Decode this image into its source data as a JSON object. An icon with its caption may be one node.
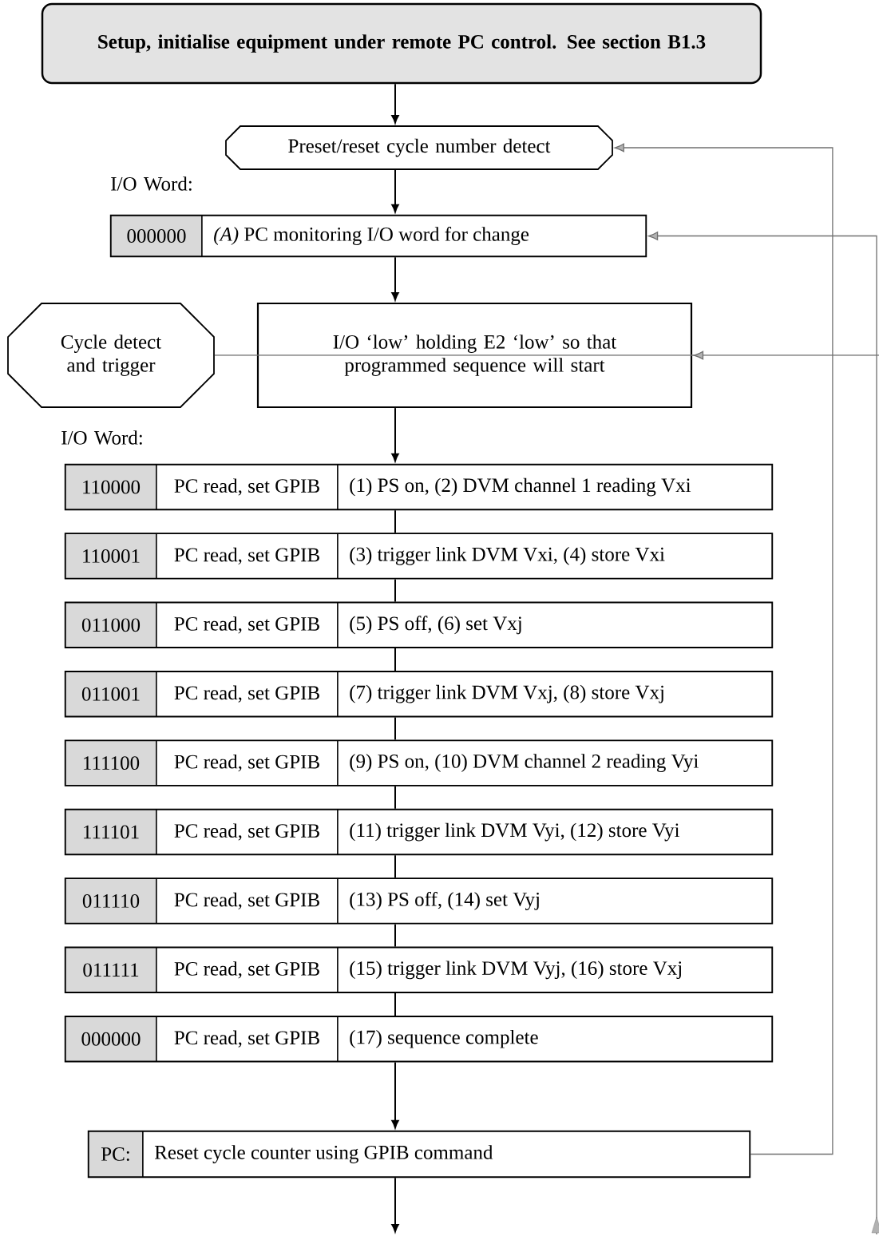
{
  "diagram": {
    "nodes": [
      {
        "text": [
          "Setup, initialise equipment under remote PC control. See section B1.3"
        ]
      },
      {
        "text": [
          "Preset/reset cycle number detect"
        ]
      },
      {
        "text": [
          "000000",
          "*(A)* PC monitoring I/O word for change"
        ],
        "beside": [
          "I/O Word:"
        ]
      },
      {
        "text": [
          "Cycle detect and trigger"
        ]
      },
      {
        "text": [
          "I/O ‘low’ holding E2 ‘low’ so that programmed sequence will start"
        ]
      },
      {
        "text": [
          "110000",
          "PC read, set GPIB",
          "(1) PS on, (2) DVM channel 1 reading Vxi"
        ],
        "beside": [
          "I/O Word:"
        ]
      },
      {
        "text": [
          "110001",
          "PC read, set GPIB",
          "(3) trigger link DVM Vxi, (4) store Vxi"
        ]
      },
      {
        "text": [
          "011000",
          "PC read, set GPIB",
          "(5) PS off, (6) set Vxj"
        ]
      },
      {
        "text": [
          "011001",
          "PC read, set GPIB",
          "(7) trigger link DVM Vxj, (8) store Vxj"
        ]
      },
      {
        "text": [
          "111100",
          "PC read, set GPIB",
          "(9) PS on, (10) DVM channel 2 reading Vyi"
        ]
      },
      {
        "text": [
          "111101",
          "PC read, set GPIB",
          "(11) trigger link DVM Vyi, (12) store Vyi"
        ]
      },
      {
        "text": [
          "011110",
          "PC read, set GPIB",
          "(13) PS off, (14) set Vyj"
        ]
      },
      {
        "text": [
          "011111",
          "PC read, set GPIB",
          "(15) trigger link DVM Vyj, (16) store Vxj"
        ]
      },
      {
        "text": [
          "000000",
          "PC read, set GPIB",
          "(17) sequence complete"
        ]
      },
      {
        "text": [
          "PC:",
          "Reset cycle counter using GPIB command"
        ]
      }
    ],
    "edges": [
      {
        "from": 0,
        "to": 1,
        "arrow": "to"
      },
      {
        "from": 1,
        "to": 2,
        "arrow": "to"
      },
      {
        "from": 2,
        "to": 4,
        "arrow": "to"
      },
      {
        "from": 3,
        "to": 4,
        "arrow": "to",
        "color": "#707070"
      },
      {
        "from": 4,
        "to": 5,
        "arrow": "to"
      },
      {
        "from": 5,
        "to": 6,
        "arrow": "none"
      },
      {
        "from": 6,
        "to": 7,
        "arrow": "none"
      },
      {
        "from": 7,
        "to": 8,
        "arrow": "none"
      },
      {
        "from": 8,
        "to": 9,
        "arrow": "none"
      },
      {
        "from": 9,
        "to": 10,
        "arrow": "none"
      },
      {
        "from": 10,
        "to": 11,
        "arrow": "none"
      },
      {
        "from": 11,
        "to": 12,
        "arrow": "none"
      },
      {
        "from": 12,
        "to": 13,
        "arrow": "none"
      },
      {
        "from": 13,
        "to": 14,
        "arrow": "to"
      },
      {
        "from": 14,
        "to": null,
        "arrow": "to"
      },
      {
        "from": 14,
        "to": 1,
        "arrow": "to",
        "color": "#707070"
      },
      {
        "from": null,
        "to": 2,
        "arrow": "to",
        "color": "#707070"
      }
    ]
  }
}
